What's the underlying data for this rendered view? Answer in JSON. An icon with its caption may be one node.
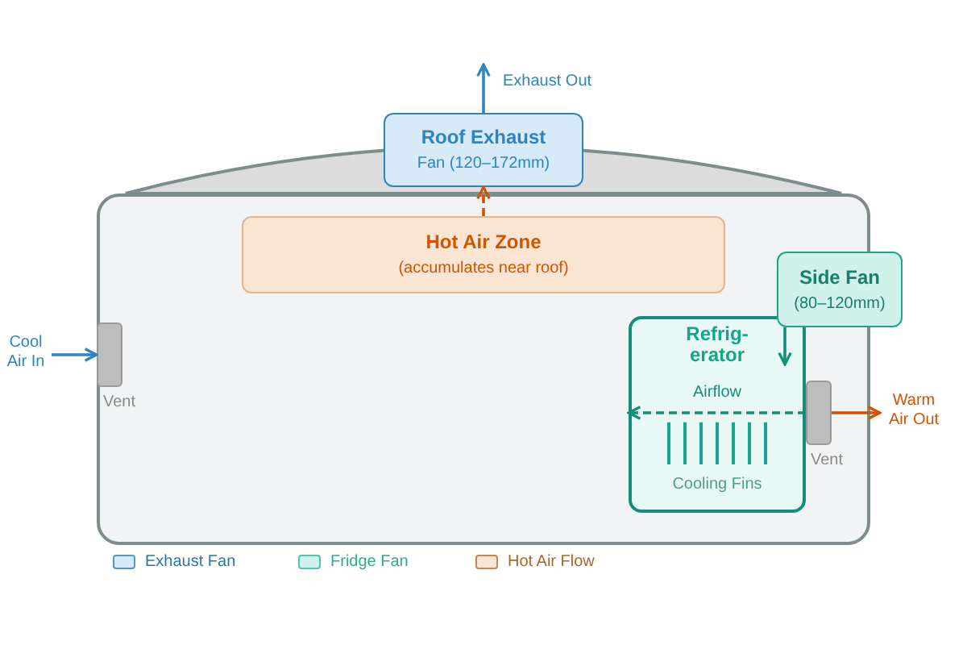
{
  "diagram": {
    "nodes": [
      {
        "text": [
          "Roof Exhaust",
          "Fan (120–172mm)"
        ]
      },
      {
        "text": [],
        "shape": "box"
      },
      {
        "text": [
          "Hot Air Zone",
          "(accumulates near roof)"
        ],
        "in": 1
      },
      {
        "text": [
          "Side Fan",
          "(80–120mm)"
        ]
      },
      {
        "text": [],
        "shape": "bar",
        "beside": [
          "Vent"
        ],
        "in": 1
      },
      {
        "text": [
          "Refrig- erator",
          "Cooling Fins"
        ],
        "in": 1
      },
      {
        "text": [],
        "shape": "bar",
        "beside": [
          "Vent"
        ],
        "in": 1
      }
    ],
    "edges": [
      {
        "from": 0,
        "to": null,
        "arrow": "to",
        "label": "Exhaust Out",
        "color": "#2e86c1"
      },
      {
        "from": 2,
        "to": 0,
        "arrow": "to",
        "style": "dashed",
        "color": "#d35400"
      },
      {
        "from": null,
        "to": 4,
        "arrow": "to",
        "label": "Cool Air In",
        "color": "#2e86c1"
      },
      {
        "from": 3,
        "to": 5,
        "arrow": "to",
        "color": "#148f77"
      },
      {
        "from": 6,
        "to": 5,
        "arrow": "to",
        "label": "Airflow",
        "style": "dashed",
        "color": "#148f77"
      },
      {
        "from": 6,
        "to": null,
        "arrow": "to",
        "label": "Warm Air Out",
        "color": "#d35400"
      }
    ],
    "legend": [
      {
        "text": "Exhaust Fan",
        "color": "#d6eaf8"
      },
      {
        "text": "Fridge Fan",
        "color": "#d1f2eb"
      },
      {
        "text": "Hot Air Flow",
        "color": "#fae5d3"
      }
    ]
  }
}
